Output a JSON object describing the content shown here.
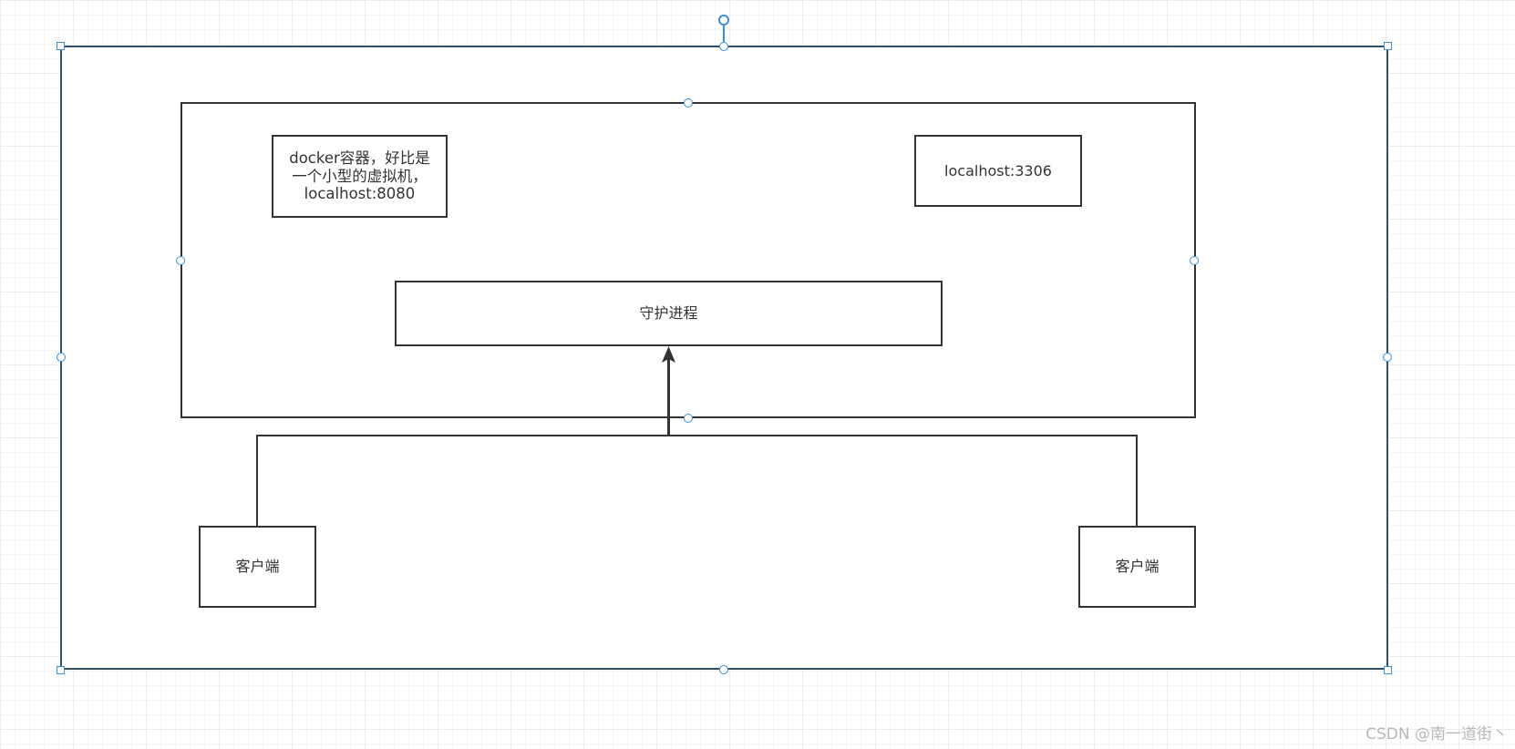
{
  "diagram": {
    "container_box": {
      "label": "docker容器，好比是\n一个小型的虚拟机，\nlocalhost:8080"
    },
    "port_box": {
      "label": "localhost:3306"
    },
    "daemon_box": {
      "label": "守护进程"
    },
    "client_left": {
      "label": "客户端"
    },
    "client_right": {
      "label": "客户端"
    }
  },
  "watermark": {
    "text": "CSDN @南一道街丶"
  },
  "colors": {
    "stroke": "#333333",
    "selection": "#3d8fd1",
    "frame": "#2f4f6f"
  }
}
